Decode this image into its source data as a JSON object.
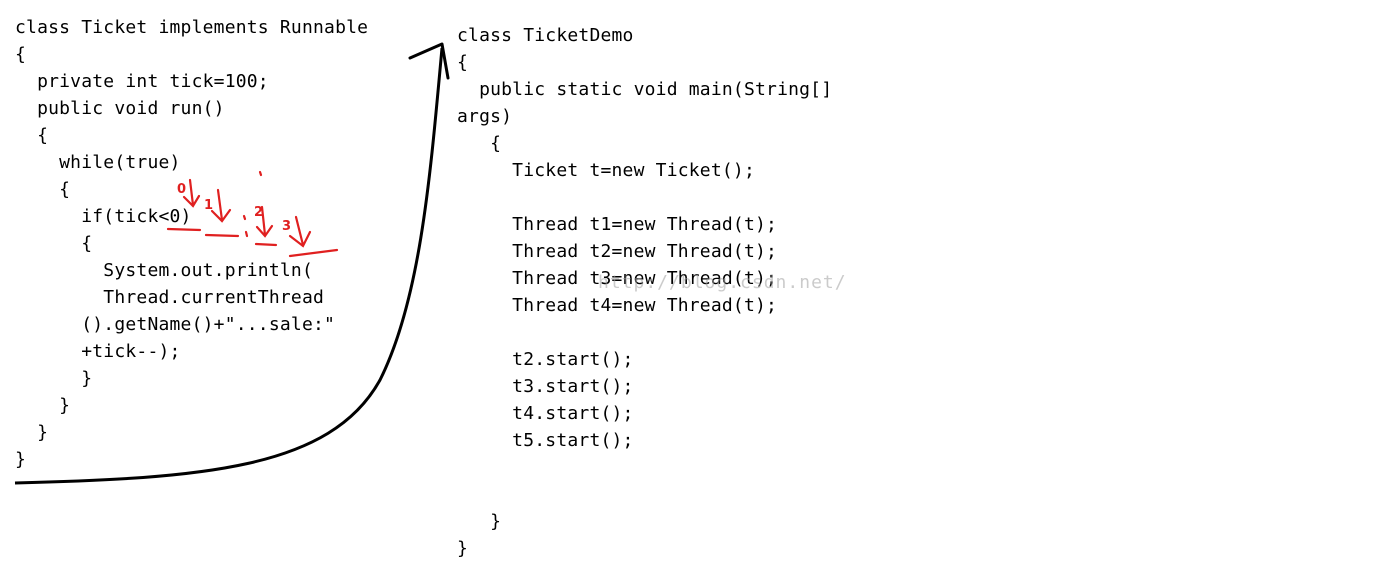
{
  "left_code": {
    "lines": [
      "class Ticket implements Runnable",
      "{",
      "  private int tick=100;",
      "  public void run()",
      "  {",
      "    while(true)",
      "    {",
      "      if(tick<0)",
      "      {",
      "        System.out.println(",
      "        Thread.currentThread",
      "      ().getName()+\"...sale:\"",
      "      +tick--);",
      "      }",
      "    }",
      "  }",
      "}"
    ]
  },
  "right_code": {
    "lines": [
      "class TicketDemo",
      "{",
      "  public static void main(String[]",
      "args)",
      "   {",
      "     Ticket t=new Ticket();",
      "",
      "     Thread t1=new Thread(t);",
      "     Thread t2=new Thread(t);",
      "     Thread t3=new Thread(t);",
      "     Thread t4=new Thread(t);",
      "",
      "     t2.start();",
      "     t3.start();",
      "     t4.start();",
      "     t5.start();",
      "",
      "",
      "   }",
      "}"
    ]
  },
  "annotations": {
    "thread_numbers": [
      "0",
      "1",
      "2",
      "3"
    ],
    "color": "#e02020"
  },
  "watermark": "http://blog.csdn.net/",
  "arrow_color": "#000000"
}
